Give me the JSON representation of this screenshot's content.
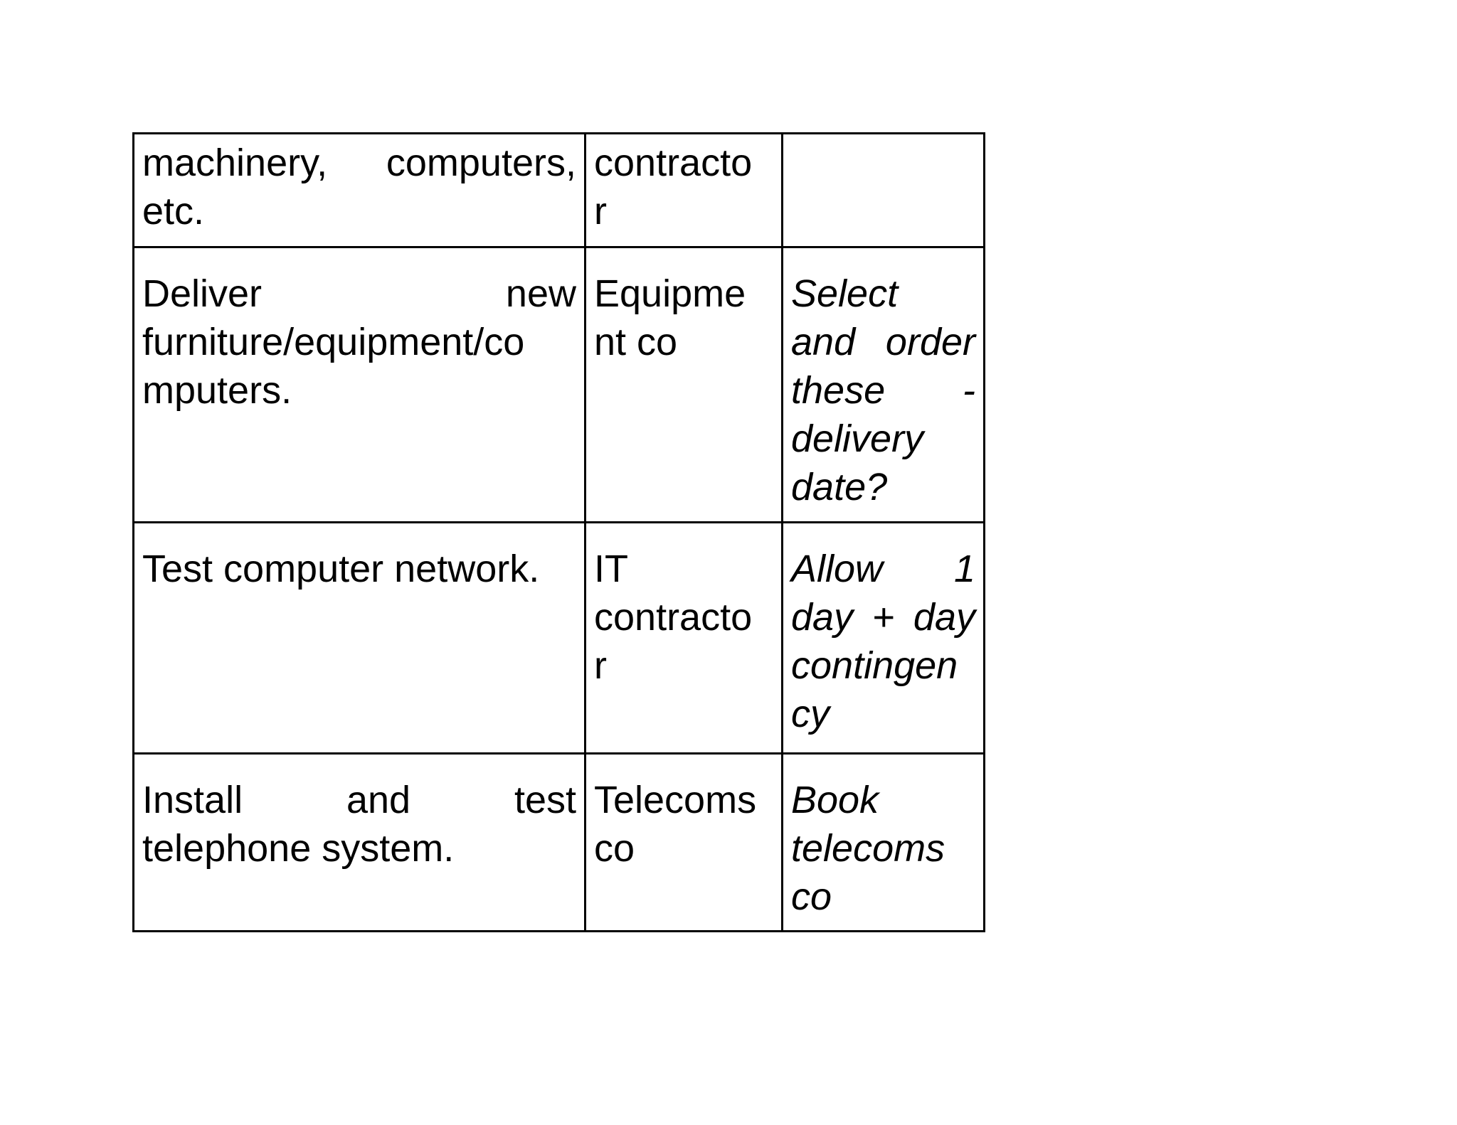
{
  "colors": {
    "border": "#000000",
    "text": "#000000",
    "page_background": "#ffffff"
  },
  "table": {
    "description": "task-schedule-table",
    "rows": [
      {
        "cells": [
          {
            "lines": [
              "machinery, computers,",
              "etc."
            ]
          },
          {
            "lines": [
              "contracto",
              "r"
            ]
          },
          {
            "lines": []
          }
        ]
      },
      {
        "cells": [
          {
            "lines": [
              "Deliver new",
              "furniture/equipment/co",
              "mputers."
            ]
          },
          {
            "lines": [
              "Equipme",
              "nt co"
            ]
          },
          {
            "lines": [
              "Select",
              "and order",
              "these -",
              "delivery",
              "date?"
            ]
          }
        ]
      },
      {
        "cells": [
          {
            "lines": [
              "Test computer network."
            ]
          },
          {
            "lines": [
              "IT",
              "contracto",
              "r"
            ]
          },
          {
            "lines": [
              "Allow 1",
              "day + day",
              "contingen",
              "cy"
            ]
          }
        ]
      },
      {
        "cells": [
          {
            "lines": [
              "Install and test",
              "telephone system."
            ]
          },
          {
            "lines": [
              "Telecoms",
              "co"
            ]
          },
          {
            "lines": [
              "Book",
              "telecoms",
              "co"
            ]
          }
        ]
      }
    ]
  }
}
